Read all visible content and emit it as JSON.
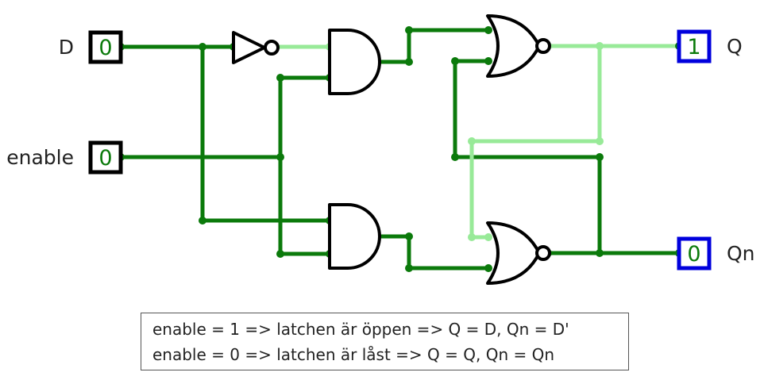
{
  "inputs": {
    "d": {
      "label": "D",
      "value": "0"
    },
    "enable": {
      "label": "enable",
      "value": "0"
    }
  },
  "outputs": {
    "q": {
      "label": "Q",
      "value": "1"
    },
    "qn": {
      "label": "Qn",
      "value": "0"
    }
  },
  "note": {
    "line1": "enable = 1 => latchen är öppen => Q = D, Qn = D'",
    "line2": "enable = 0 => latchen är låst => Q = Q, Qn = Qn"
  },
  "colors": {
    "wire_low": "#0b7a0b",
    "wire_high": "#98ea98",
    "input_box": "#000000",
    "output_box": "#0000dd",
    "gate": "#000000"
  }
}
